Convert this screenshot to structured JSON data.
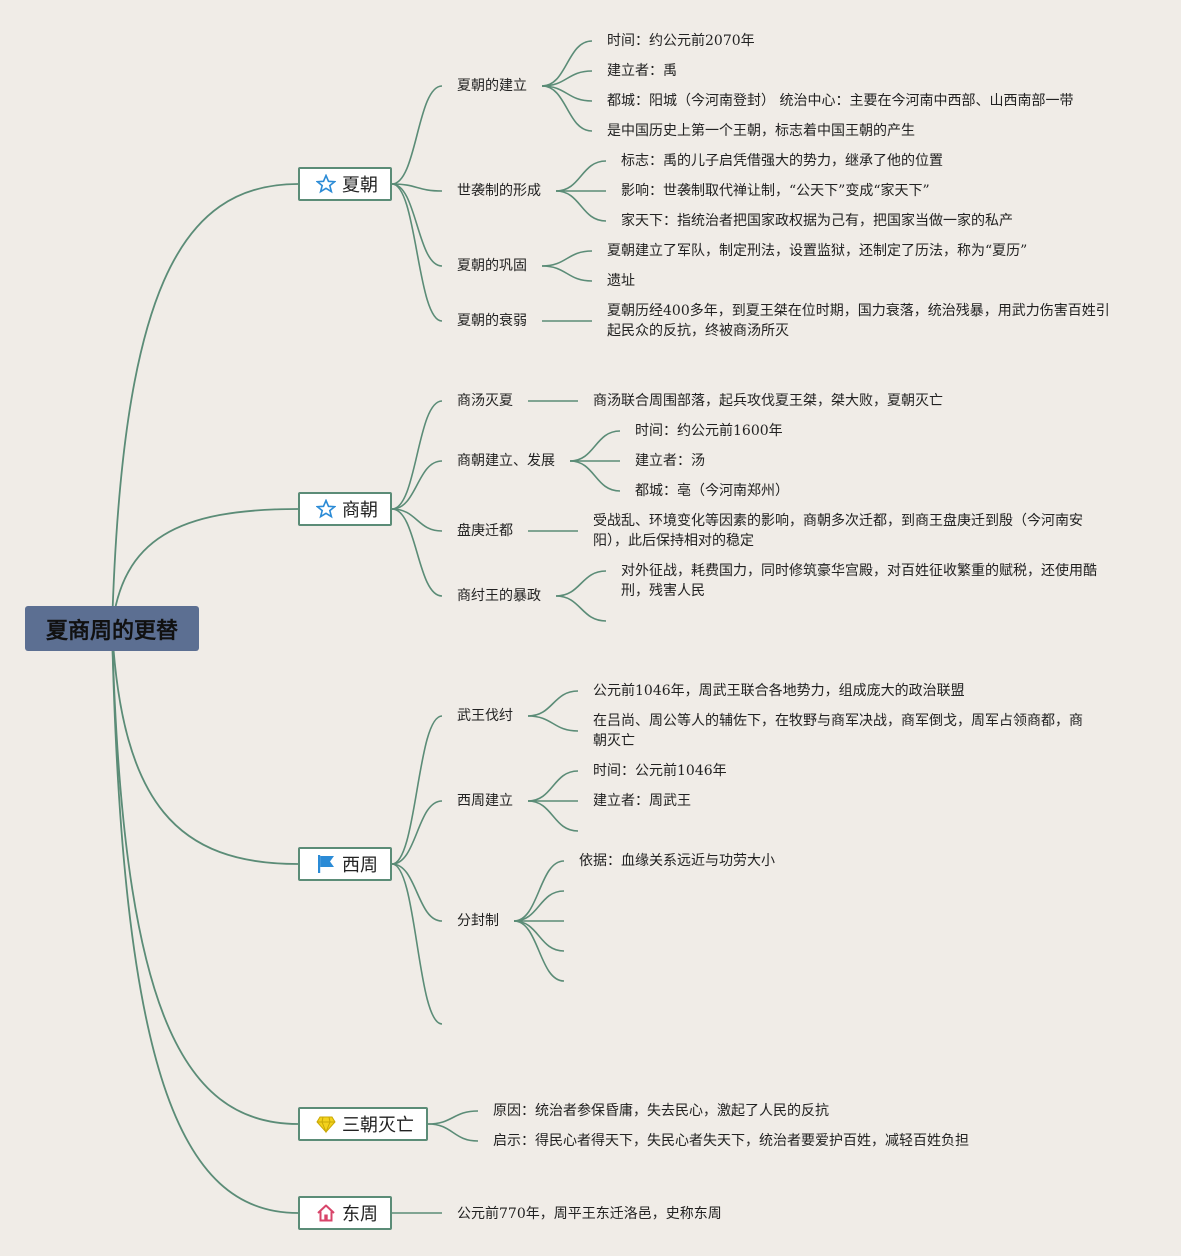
{
  "root": "夏商周的更替",
  "branches": {
    "xia": {
      "label": "夏朝",
      "icon": "star-icon",
      "sub1": {
        "label": "夏朝的建立",
        "items": [
          "时间：约公元前2070年",
          "建立者：禹",
          "都城：阳城（今河南登封） 统治中心：主要在今河南中西部、山西南部一带",
          "是中国历史上第一个王朝，标志着中国王朝的产生"
        ]
      },
      "sub2": {
        "label": "世袭制的形成",
        "items": [
          "标志：禹的儿子启凭借强大的势力，继承了他的位置",
          "影响：世袭制取代禅让制，“公天下”变成“家天下”",
          "家天下：指统治者把国家政权据为己有，把国家当做一家的私产"
        ]
      },
      "sub3": {
        "label": "夏朝的巩固",
        "items": [
          "夏朝建立了军队，制定刑法，设置监狱，还制定了历法，称为“夏历”",
          "遗址"
        ]
      },
      "sub4": {
        "label": "夏朝的衰弱",
        "items": [
          "夏朝历经400多年，到夏王桀在位时期，国力衰落，统治残暴，用武力伤害百姓引起民众的反抗，终被商汤所灭"
        ]
      }
    },
    "shang": {
      "label": "商朝",
      "icon": "star-icon",
      "sub1": {
        "label": "商汤灭夏",
        "items": [
          "商汤联合周围部落，起兵攻伐夏王桀，桀大败，夏朝灭亡"
        ]
      },
      "sub2": {
        "label": "商朝建立、发展",
        "items": [
          "时间：约公元前1600年",
          "建立者：汤",
          "都城：亳（今河南郑州）"
        ]
      },
      "sub3": {
        "label": "盘庚迁都",
        "items": [
          "受战乱、环境变化等因素的影响，商朝多次迁都，到商王盘庚迁到殷（今河南安阳），此后保持相对的稳定"
        ]
      },
      "sub4": {
        "label": "商纣王的暴政",
        "items": [
          "对外征战，耗费国力，同时修筑豪华宫殿，对百姓征收繁重的赋税，还使用酷刑，残害人民"
        ]
      }
    },
    "xizhou": {
      "label": "西周",
      "icon": "flag-icon",
      "sub1": {
        "label": "武王伐纣",
        "items": [
          "公元前1046年，周武王联合各地势力，组成庞大的政治联盟",
          "在吕尚、周公等人的辅佐下，在牧野与商军决战，商军倒戈，周军占领商都，商朝灭亡"
        ]
      },
      "sub2": {
        "label": "西周建立",
        "items": [
          "时间：公元前1046年",
          "建立者：周武王"
        ]
      },
      "sub3": {
        "label": "分封制",
        "items": [
          "依据：血缘关系远近与功劳大小"
        ]
      }
    },
    "sanchao": {
      "label": "三朝灭亡",
      "icon": "diamond-icon",
      "items": [
        "原因：统治者参保昏庸，失去民心，激起了人民的反抗",
        "启示：得民心者得天下，失民心者失天下，统治者要爱护百姓，减轻百姓负担"
      ]
    },
    "dongzhou": {
      "label": "东周",
      "icon": "home-icon",
      "items": [
        "公元前770年，周平王东迁洛邑，史称东周"
      ]
    }
  },
  "colors": {
    "line": "#5b8c77",
    "root_bg": "#5c6f92",
    "background": "#f0ece7"
  }
}
